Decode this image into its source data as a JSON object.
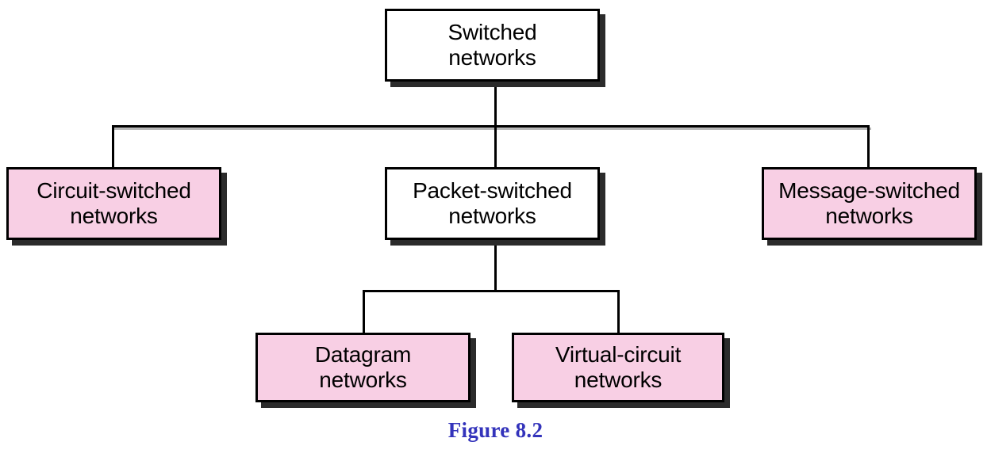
{
  "figure": {
    "caption": "Figure 8.2",
    "caption_color": "#3333bb",
    "background_color": "#ffffff",
    "type": "tree-hierarchy-diagram",
    "palette": {
      "leaf_fill": "#f8cfe4",
      "branch_fill": "#ffffff",
      "border": "#000000",
      "shadow": "#2b2b2b",
      "line": "#000000"
    }
  },
  "nodes": {
    "root": {
      "label": "Switched\nnetworks",
      "fill": "white",
      "level": 0
    },
    "circuit": {
      "label": "Circuit-switched\nnetworks",
      "fill": "pink",
      "level": 1
    },
    "packet": {
      "label": "Packet-switched\nnetworks",
      "fill": "white",
      "level": 1
    },
    "message": {
      "label": "Message-switched\nnetworks",
      "fill": "pink",
      "level": 1
    },
    "datagram": {
      "label": "Datagram\nnetworks",
      "fill": "pink",
      "level": 2
    },
    "virtual_circuit": {
      "label": "Virtual-circuit\nnetworks",
      "fill": "pink",
      "level": 2
    }
  }
}
